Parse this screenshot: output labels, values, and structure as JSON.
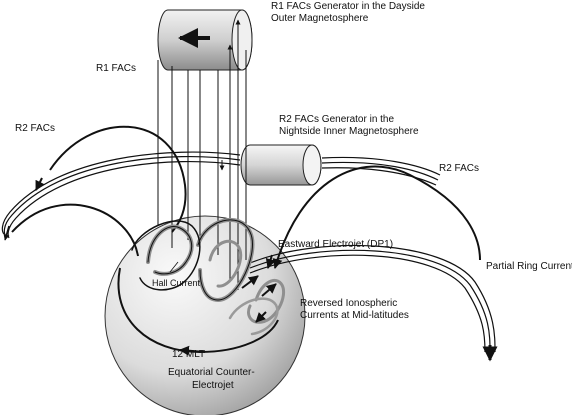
{
  "labels": {
    "r1_generator": [
      "R1 FACs Generator in the Dayside",
      "Outer Magnetosphere"
    ],
    "r1_facs": "R1 FACs",
    "r2_generator": [
      "R2 FACs Generator in the",
      "Nightside Inner Magnetosphere"
    ],
    "r2_facs_left": "R2 FACs",
    "r2_facs_right": "R2 FACs",
    "eastward_electrojet": "Eastward Electrojet (DP1)",
    "partial_ring_current": "Partial Ring Current",
    "hall_current": "Hall Current",
    "reversed_currents": [
      "Reversed Ionospheric",
      "Currents at Mid-latitudes"
    ],
    "mlt_12": "12 MLT",
    "counter_electrojet": [
      "Equatorial Counter-",
      "Electrojet"
    ]
  },
  "colors": {
    "line": "#111111",
    "sphere_light": "#f4f4f4",
    "sphere_dark": "#9a9a9a",
    "cylinder_light": "#f2f2f2",
    "cylinder_dark": "#8c8c8c",
    "loop_gray": "#8f8f8f"
  }
}
